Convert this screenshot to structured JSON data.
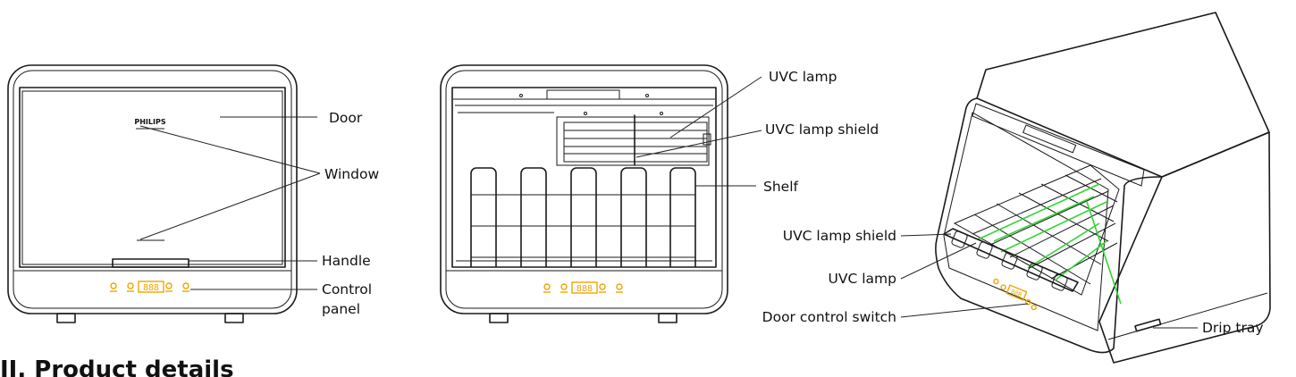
{
  "labels": {
    "door": "Door",
    "window": "Window",
    "handle": "Handle",
    "control_panel_line1": "Control",
    "control_panel_line2": "panel",
    "uvc_lamp": "UVC lamp",
    "uvc_lamp_shield": "UVC lamp shield",
    "shelf": "Shelf",
    "uvc_lamp_shield_side": "UVC lamp shield",
    "uvc_lamp_side": "UVC lamp",
    "door_control_switch": "Door control switch",
    "drip_tray": "Drip tray"
  },
  "logo_text": "PHILIPS",
  "display_text": "888",
  "heading": "II. Product details",
  "colors": {
    "line": "#1a1a1a",
    "control_panel": "#f0a500",
    "uv_light": "#33d533"
  }
}
